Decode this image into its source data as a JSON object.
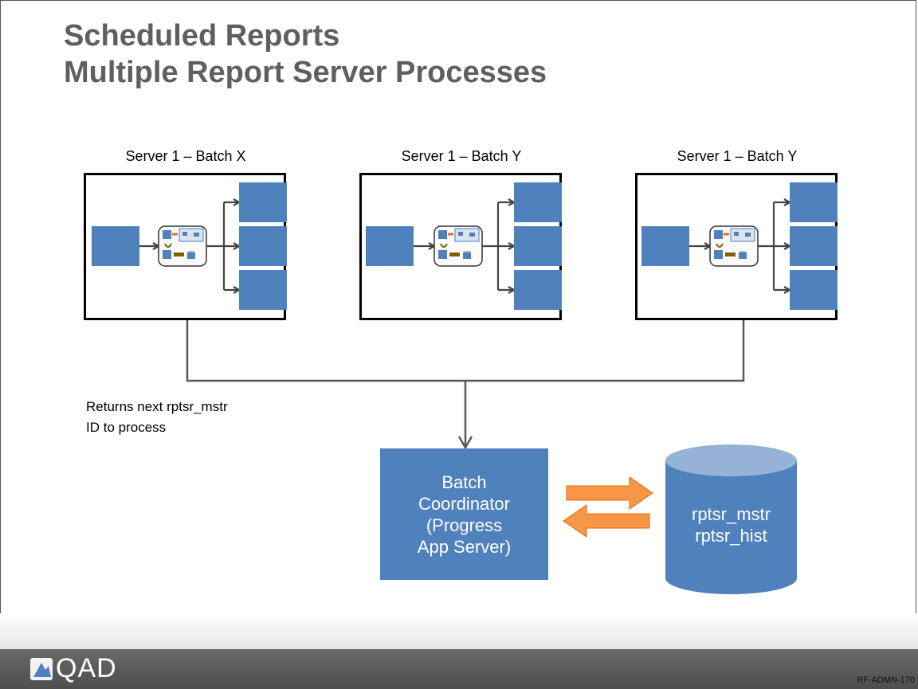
{
  "title": {
    "line1": "Scheduled Reports",
    "line2": "Multiple Report Server Processes"
  },
  "servers": [
    {
      "label": "Server 1 – Batch X"
    },
    {
      "label": "Server 1 – Batch Y"
    },
    {
      "label": "Server 1 – Batch Y"
    }
  ],
  "returns_note": {
    "line1": "Returns next rptsr_mstr",
    "line2": "ID to process"
  },
  "coordinator": {
    "text": "Batch\nCoordinator\n(Progress\nApp Server)"
  },
  "database": {
    "line1": "rptsr_mstr",
    "line2": "rptsr_hist"
  },
  "footer": {
    "logo_text": "QAD",
    "slide_code": "RF-ADMN-170"
  },
  "colors": {
    "box_blue": "#4f81bd",
    "db_top": "#95b3d7",
    "arrow_orange": "#f79646",
    "title_gray": "#5f5f5f"
  }
}
